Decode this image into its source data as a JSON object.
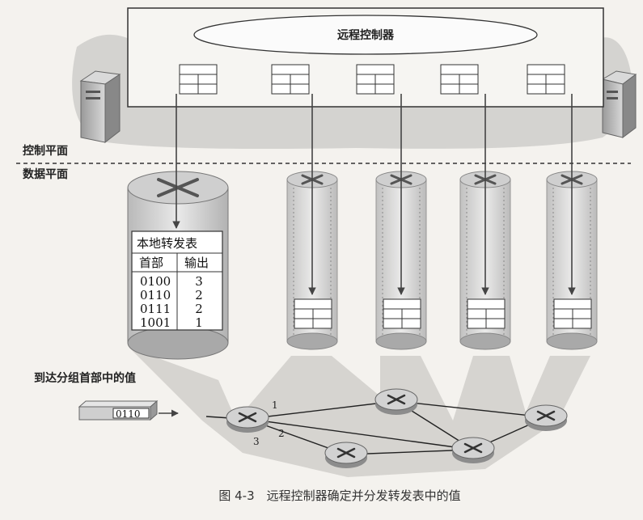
{
  "controller": {
    "label": "远程控制器"
  },
  "planes": {
    "control": "控制平面",
    "data": "数据平面"
  },
  "forwarding_table": {
    "title": "本地转发表",
    "headers": [
      "首部",
      "输出"
    ],
    "rows": [
      [
        "0100",
        "3"
      ],
      [
        "0110",
        "2"
      ],
      [
        "0111",
        "2"
      ],
      [
        "1001",
        "1"
      ]
    ]
  },
  "packet": {
    "label": "到达分组首部中的值",
    "value": "0110"
  },
  "ports": [
    "1",
    "2",
    "3"
  ],
  "caption": "图 4-3　远程控制器确定并分发转发表中的值"
}
